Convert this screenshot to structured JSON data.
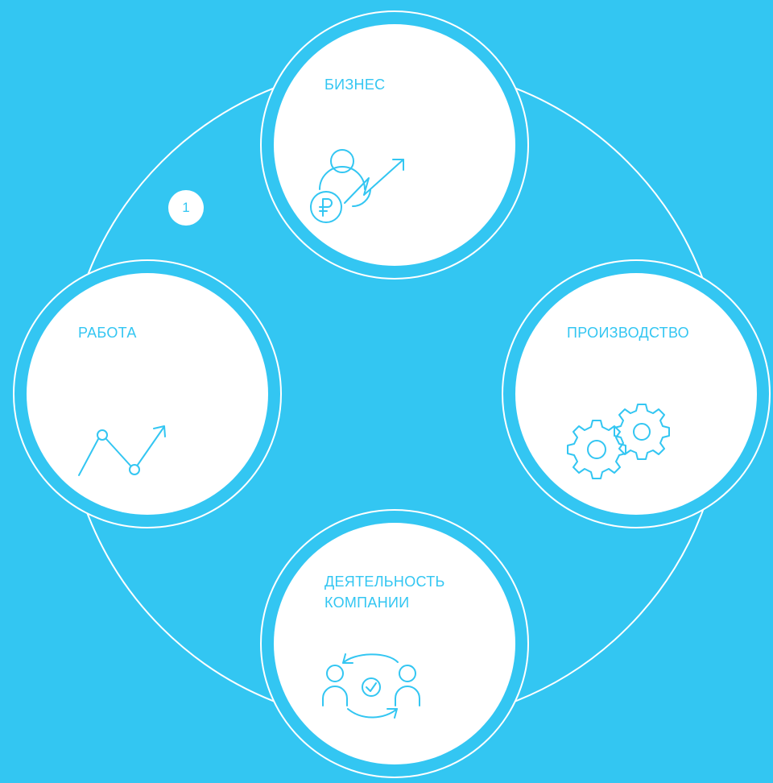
{
  "colors": {
    "background": "#33c6f2",
    "node_fill": "#ffffff",
    "accent": "#33c6f2"
  },
  "step_badge": "1",
  "nodes": {
    "business": {
      "label": "БИЗНЕС",
      "icon": "user-ruble-growth-icon"
    },
    "production": {
      "label": "ПРОИЗВОДСТВО",
      "icon": "gears-icon"
    },
    "company_activity": {
      "label_line1": "ДЕЯТЕЛЬНОСТЬ",
      "label_line2": "КОМПАНИИ",
      "icon": "team-exchange-check-icon"
    },
    "work": {
      "label": "РАБОТА",
      "icon": "line-trend-icon"
    }
  }
}
